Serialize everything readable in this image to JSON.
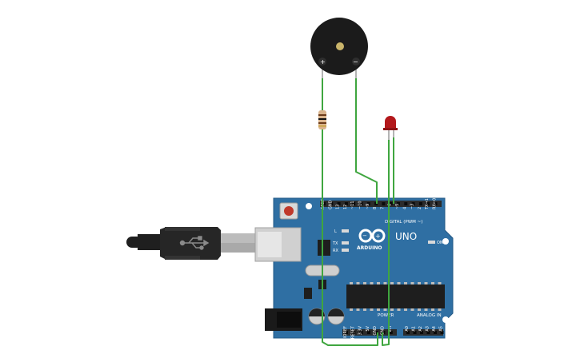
{
  "colors": {
    "board": "#2f6fa3",
    "board_edge": "#255b87",
    "wire": "#3fa63f",
    "header": "#2b2b2b",
    "chip": "#1e1e1e",
    "buzzer": "#1b1b1b",
    "led": "#b3181b",
    "usb_cable": "#1f1f1f",
    "usb_metal": "#c9c9c9",
    "reset_button": "#c0392b",
    "resistor_body": "#d9b38c"
  },
  "buzzer": {
    "plus_label": "+",
    "minus_label": "−"
  },
  "board": {
    "brand": "ARDUINO",
    "model": "UNO",
    "digital_label": "DIGITAL (PWM ~)",
    "power_label": "POWER",
    "analog_label": "ANALOG IN",
    "on_label": "ON",
    "led_l": "L",
    "led_tx": "TX",
    "led_rx": "RX",
    "digital_pins": [
      "AREF",
      "GND",
      "13",
      "12",
      "~11",
      "~10",
      "~9",
      "8",
      "7",
      "~6",
      "~5",
      "4",
      "~3",
      "2",
      "TX→1",
      "RX←0"
    ],
    "power_pins": [
      "IOREF",
      "RESET",
      "3.3V",
      "5V",
      "GND",
      "GND",
      "Vin"
    ],
    "analog_pins": [
      "A0",
      "A1",
      "A2",
      "A3",
      "A4",
      "A5"
    ]
  },
  "icons": {
    "usb": "usb-icon",
    "logo": "infinity-icon"
  }
}
